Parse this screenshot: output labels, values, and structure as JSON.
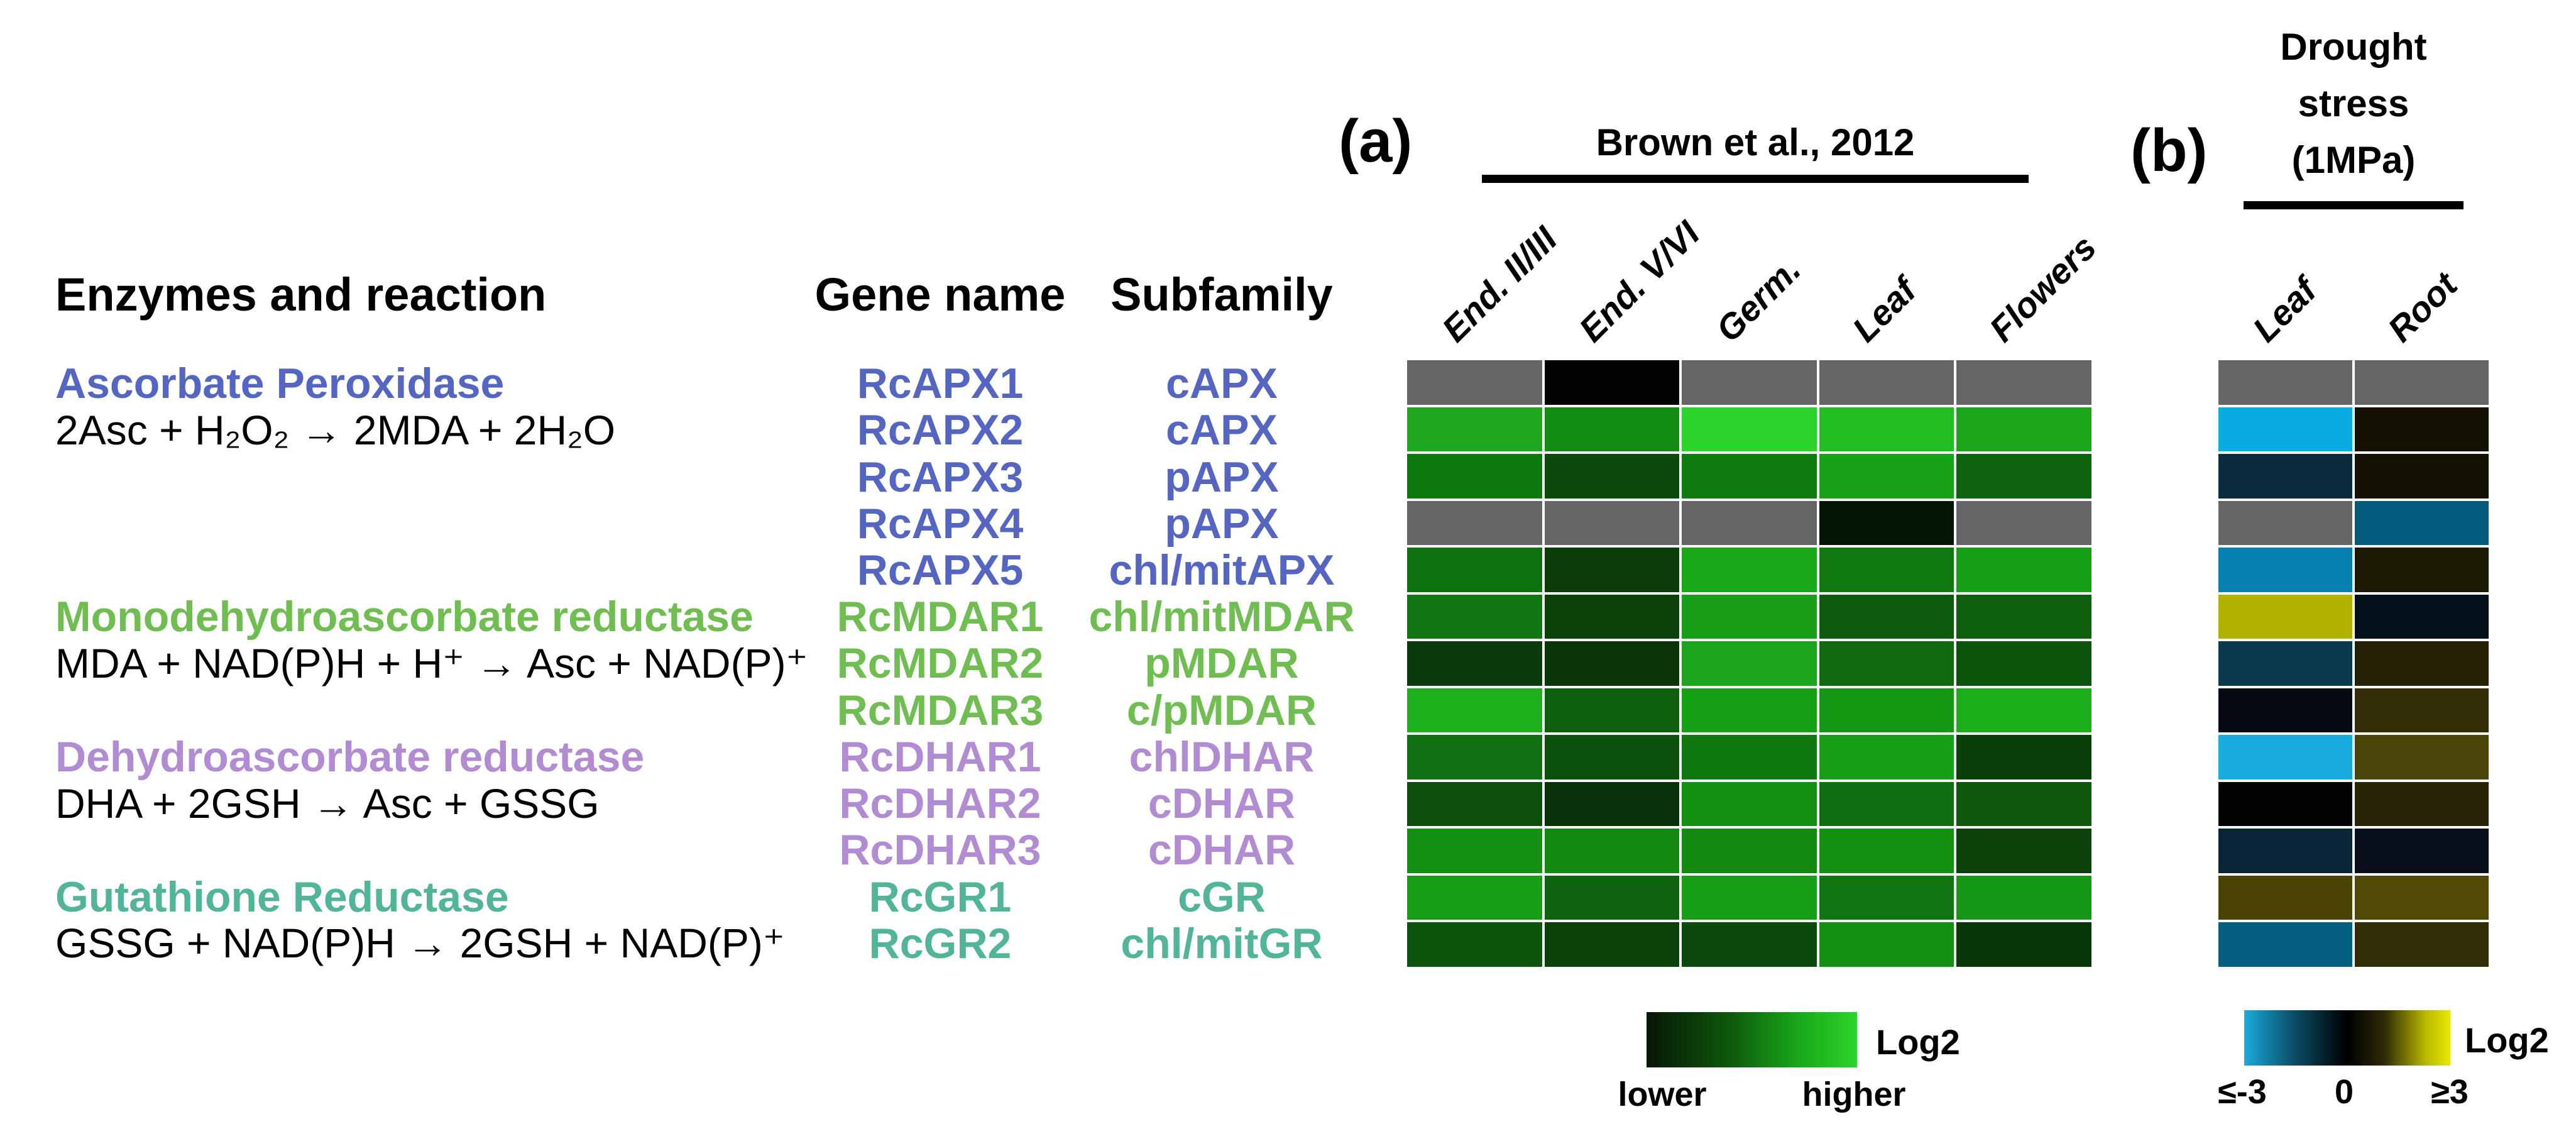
{
  "header": {
    "enzymes": "Enzymes and reaction",
    "gene": "Gene name",
    "subfamily": "Subfamily"
  },
  "groups": [
    {
      "id": "apx",
      "enzyme": "Ascorbate Peroxidase",
      "reaction": "2Asc + H₂O₂ → 2MDA + 2H₂O",
      "color": "#5566C2",
      "title_row": 0,
      "reaction_row": 1
    },
    {
      "id": "mdar",
      "enzyme": "Monodehydroascorbate reductase",
      "reaction": "MDA + NAD(P)H + H⁺ → Asc + NAD(P)⁺",
      "color": "#70BE52",
      "title_row": 5,
      "reaction_row": 6
    },
    {
      "id": "dhar",
      "enzyme": "Dehydroascorbate reductase",
      "reaction": "DHA + 2GSH → Asc + GSSG",
      "color": "#B28CD2",
      "title_row": 8,
      "reaction_row": 9
    },
    {
      "id": "gr",
      "enzyme": "Gutathione Reductase",
      "reaction": "GSSG + NAD(P)H → 2GSH + NAD(P)⁺",
      "color": "#52B599",
      "title_row": 11,
      "reaction_row": 12
    }
  ],
  "rows": [
    {
      "gene": "RcAPX1",
      "subfamily": "cAPX",
      "group": "apx"
    },
    {
      "gene": "RcAPX2",
      "subfamily": "cAPX",
      "group": "apx"
    },
    {
      "gene": "RcAPX3",
      "subfamily": "pAPX",
      "group": "apx"
    },
    {
      "gene": "RcAPX4",
      "subfamily": "pAPX",
      "group": "apx"
    },
    {
      "gene": "RcAPX5",
      "subfamily": "chl/mitAPX",
      "group": "apx"
    },
    {
      "gene": "RcMDAR1",
      "subfamily": "chl/mitMDAR",
      "group": "mdar"
    },
    {
      "gene": "RcMDAR2",
      "subfamily": "pMDAR",
      "group": "mdar"
    },
    {
      "gene": "RcMDAR3",
      "subfamily": "c/pMDAR",
      "group": "mdar"
    },
    {
      "gene": "RcDHAR1",
      "subfamily": "chlDHAR",
      "group": "dhar"
    },
    {
      "gene": "RcDHAR2",
      "subfamily": "cDHAR",
      "group": "dhar"
    },
    {
      "gene": "RcDHAR3",
      "subfamily": "cDHAR",
      "group": "dhar"
    },
    {
      "gene": "RcGR1",
      "subfamily": "cGR",
      "group": "gr"
    },
    {
      "gene": "RcGR2",
      "subfamily": "chl/mitGR",
      "group": "gr"
    }
  ],
  "panel_a": {
    "label": "(a)",
    "title": "Brown et al., 2012",
    "columns": [
      "End. II/III",
      "End. V/VI",
      "Germ.",
      "Leaf",
      "Flowers"
    ],
    "legend": {
      "title": "Log2",
      "low": "lower",
      "high": "higher"
    }
  },
  "panel_b": {
    "label": "(b)",
    "title_lines": [
      "Drought",
      "stress",
      "(1MPa)"
    ],
    "columns": [
      "Leaf",
      "Root"
    ],
    "legend": {
      "title": "Log2",
      "low": "≤-3",
      "mid": "0",
      "high": "≥3"
    }
  },
  "chart_data": {
    "type": "heatmap",
    "rows": [
      "RcAPX1",
      "RcAPX2",
      "RcAPX3",
      "RcAPX4",
      "RcAPX5",
      "RcMDAR1",
      "RcMDAR2",
      "RcMDAR3",
      "RcDHAR1",
      "RcDHAR2",
      "RcDHAR3",
      "RcGR1",
      "RcGR2"
    ],
    "panels": [
      {
        "name": "Brown et al., 2012",
        "columns": [
          "End. II/III",
          "End. V/VI",
          "Germ.",
          "Leaf",
          "Flowers"
        ],
        "colorscale": "Log2: black = lower expression, bright green = higher expression; gray = no data",
        "no_data_color": "#666466",
        "gradient": [
          "#081505",
          "#0C5A0C",
          "#18A818",
          "#2BD42B"
        ],
        "cell_colors": [
          [
            "#666466",
            "#020202",
            "#666466",
            "#666466",
            "#666466"
          ],
          [
            "#1FA81F",
            "#128E12",
            "#2BD42B",
            "#21BE21",
            "#1AA81A"
          ],
          [
            "#0E7A0E",
            "#0B4A0B",
            "#0E7C0E",
            "#17A317",
            "#0D620D"
          ],
          [
            "#666466",
            "#666466",
            "#666466",
            "#051505",
            "#666466"
          ],
          [
            "#0E720E",
            "#0A3D0A",
            "#18A818",
            "#107A10",
            "#14A014"
          ],
          [
            "#117611",
            "#0A420A",
            "#1A9E1A",
            "#0D5C0D",
            "#0E5F0E"
          ],
          [
            "#0B3B0B",
            "#093509",
            "#1CA41C",
            "#0F6A0F",
            "#0C540C"
          ],
          [
            "#1CB01C",
            "#0D5F0D",
            "#16A016",
            "#149814",
            "#1BAE1B"
          ],
          [
            "#117011",
            "#0C520C",
            "#107810",
            "#17A017",
            "#093F09"
          ],
          [
            "#0C4F0C",
            "#093209",
            "#129012",
            "#107010",
            "#0D5A0D"
          ],
          [
            "#139113",
            "#128A12",
            "#128A12",
            "#139113",
            "#0A420A"
          ],
          [
            "#17A017",
            "#0E630E",
            "#17A017",
            "#117511",
            "#159815"
          ],
          [
            "#0C550C",
            "#0A420A",
            "#0B4A0B",
            "#129012",
            "#083808"
          ]
        ]
      },
      {
        "name": "Drought stress (1MPa)",
        "columns": [
          "Leaf",
          "Root"
        ],
        "colorscale": "Log2: cyan = ≤-3, black = 0, yellow = ≥3; gray = no data",
        "no_data_color": "#666466",
        "gradient": [
          "#1BABDB",
          "#0A4A62",
          "#000000",
          "#2E2A05",
          "#E8E800"
        ],
        "cell_colors": [
          [
            "#666466",
            "#666466"
          ],
          [
            "#09ACE2",
            "#141103"
          ],
          [
            "#0A2C3E",
            "#141103"
          ],
          [
            "#666466",
            "#045C7C"
          ],
          [
            "#0580B0",
            "#1D1A03"
          ],
          [
            "#B1B100",
            "#04101A"
          ],
          [
            "#0A3A4C",
            "#252105"
          ],
          [
            "#050A12",
            "#332E06"
          ],
          [
            "#18ACDE",
            "#4A4507"
          ],
          [
            "#020205",
            "#292405"
          ],
          [
            "#0A2535",
            "#060F1A"
          ],
          [
            "#4A4303",
            "#504A04"
          ],
          [
            "#056080",
            "#332E05"
          ]
        ]
      }
    ]
  },
  "colors": {
    "apx_text": "#5566C2",
    "mdar_text": "#70BE52",
    "dhar_text": "#B28CD2",
    "gr_text": "#52B599",
    "grid": "#FFFFFF",
    "no_data": "#666466"
  }
}
